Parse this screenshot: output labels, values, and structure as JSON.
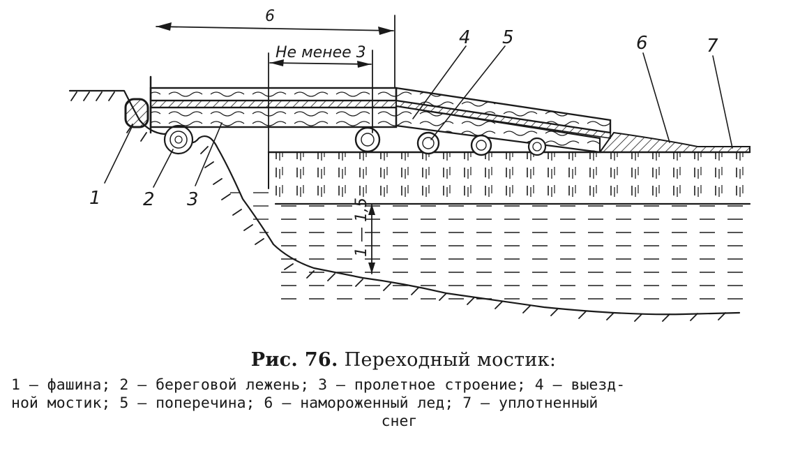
{
  "figure": {
    "dimension_top": "6",
    "dimension_min": "Не менее 3",
    "depth_label": "1 — 1,5",
    "callouts": [
      "1",
      "2",
      "3",
      "4",
      "5",
      "6",
      "7"
    ]
  },
  "caption": {
    "title_number": "Рис. 76.",
    "title_text": "Переходный мостик:",
    "legend_line1": "1 — фашина; 2 — береговой лежень; 3 — пролетное строение; 4 — выезд-",
    "legend_line2": "ной мостик; 5 — поперечина; 6 — намороженный лед; 7 — уплотненный",
    "legend_line3": "снег"
  }
}
